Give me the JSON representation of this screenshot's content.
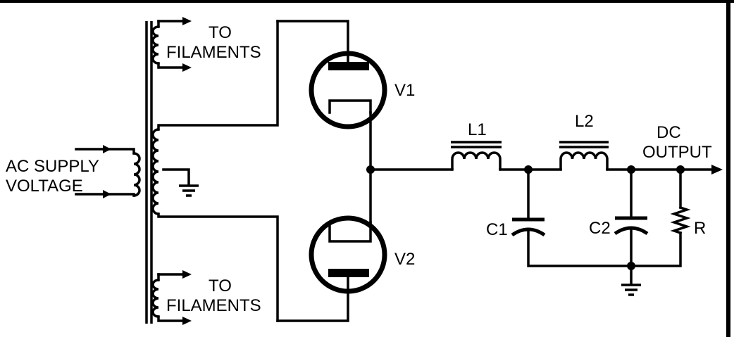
{
  "labels": {
    "ac_supply_line1": "AC SUPPLY",
    "ac_supply_line2": "VOLTAGE",
    "to_filaments_top_line1": "TO",
    "to_filaments_top_line2": "FILAMENTS",
    "to_filaments_bottom_line1": "TO",
    "to_filaments_bottom_line2": "FILAMENTS",
    "v1": "V1",
    "v2": "V2",
    "l1": "L1",
    "l2": "L2",
    "c1": "C1",
    "c2": "C2",
    "r": "R",
    "dc_output_line1": "DC",
    "dc_output_line2": "OUTPUT"
  }
}
